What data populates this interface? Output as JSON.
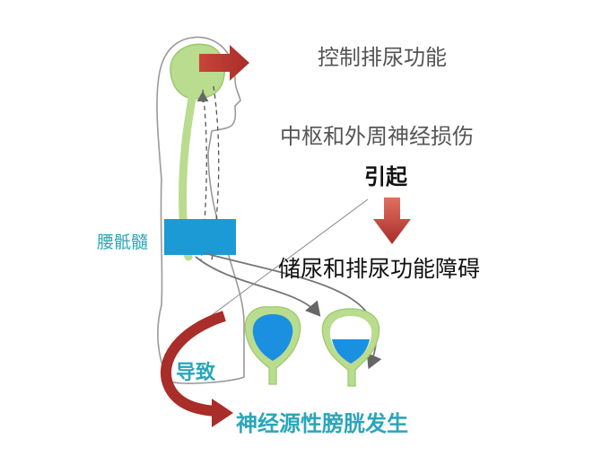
{
  "labels": {
    "control_urination": "控制排尿功能",
    "nerve_injury": "中枢和外周神经损伤",
    "cause": "引起",
    "dysfunction": "储尿和排尿功能障碍",
    "lumbosacral": "腰骶髓",
    "leads_to": "导致",
    "result": "神经源性膀胱发生"
  },
  "colors": {
    "brain_green": "#b9dc8e",
    "spinal_band": "#1b9ad6",
    "bladder_blue": "#1b8fe0",
    "arrow_red": "#b8352f",
    "accent_teal": "#2aa6b9"
  }
}
